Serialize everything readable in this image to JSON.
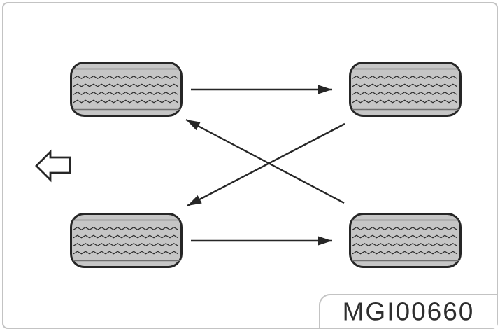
{
  "figure": {
    "label": "MGI00660"
  },
  "colors": {
    "background": "#ffffff",
    "tire_fill": "#c6c6c6",
    "line_dark": "#262626",
    "tread_thin_line": "#6f6f6f",
    "frame_border": "#c3c3c3",
    "label_text": "#2e2e2e"
  },
  "diagram": {
    "name": "tire-rotation-pattern",
    "tires": [
      {
        "id": "tire-top-left"
      },
      {
        "id": "tire-top-right"
      },
      {
        "id": "tire-bottom-left"
      },
      {
        "id": "tire-bottom-right"
      }
    ],
    "arrows": [
      {
        "id": "rotation-arrow-top",
        "from": "tire-top-left",
        "to": "tire-top-right",
        "style": "straight-right"
      },
      {
        "id": "rotation-arrow-bottom",
        "from": "tire-bottom-left",
        "to": "tire-bottom-right",
        "style": "straight-right"
      },
      {
        "id": "rotation-arrow-cross-up",
        "from": "tire-bottom-right",
        "to": "tire-top-left",
        "style": "diagonal"
      },
      {
        "id": "rotation-arrow-cross-down",
        "from": "tire-top-right",
        "to": "tire-bottom-left",
        "style": "diagonal"
      },
      {
        "id": "vehicle-front-arrow",
        "direction": "left",
        "style": "outline-block-arrow"
      }
    ]
  }
}
